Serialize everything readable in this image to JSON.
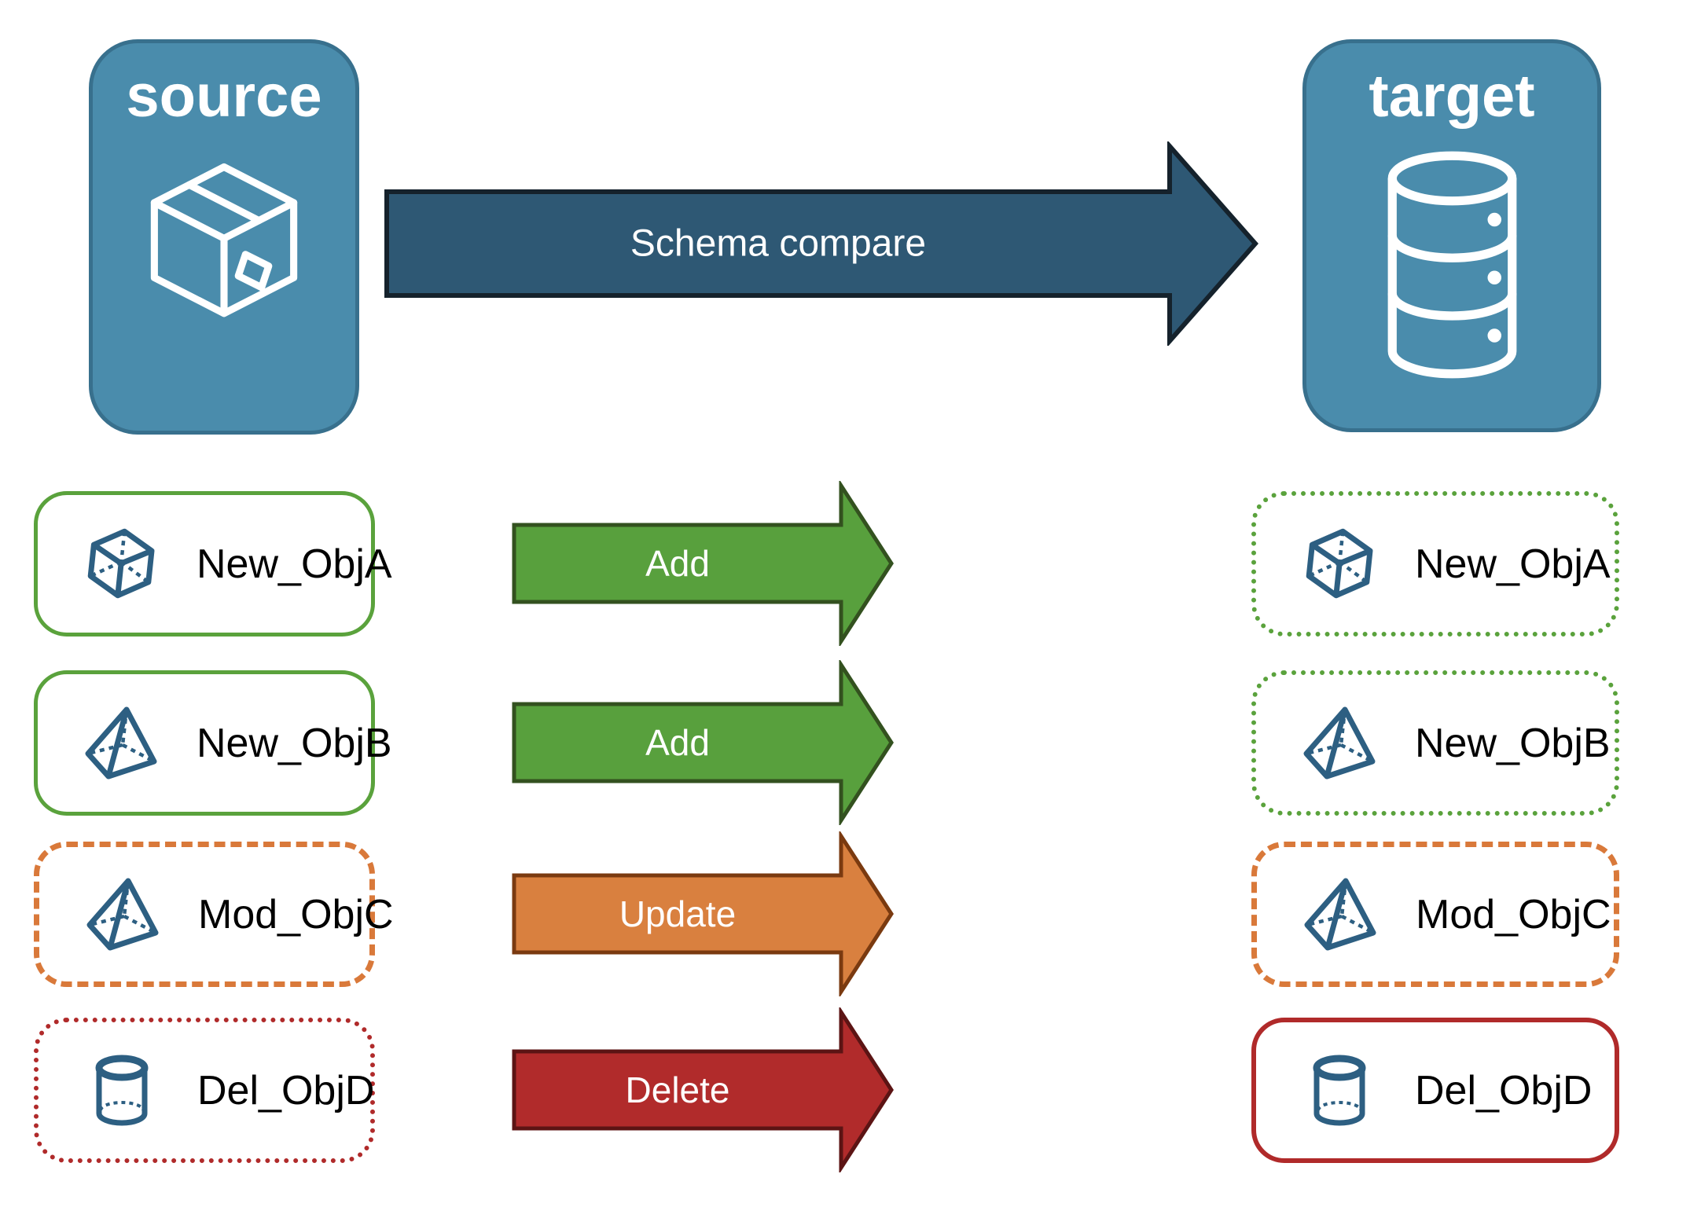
{
  "source_node": {
    "label": "source",
    "icon": "package-box-icon"
  },
  "target_node": {
    "label": "target",
    "icon": "database-icon"
  },
  "main_arrow": {
    "label": "Schema compare"
  },
  "rows": [
    {
      "label": "New_ObjA",
      "action": "Add",
      "icon": "cube-icon",
      "source_border": "solid-green",
      "target_border": "dotted-green"
    },
    {
      "label": "New_ObjB",
      "action": "Add",
      "icon": "pyramid-icon",
      "source_border": "solid-green",
      "target_border": "dotted-green"
    },
    {
      "label": "Mod_ObjC",
      "action": "Update",
      "icon": "pyramid-icon",
      "source_border": "dashed-orange",
      "target_border": "dashed-orange"
    },
    {
      "label": "Del_ObjD",
      "action": "Delete",
      "icon": "cylinder-icon",
      "source_border": "dotted-red",
      "target_border": "solid-red"
    }
  ],
  "colors": {
    "node_fill": "#4A8CAC",
    "node_border": "#38708D",
    "main_arrow_fill": "#2E5874",
    "main_arrow_border": "#15222C",
    "add_fill": "#58A03D",
    "add_border": "#33511F",
    "update_fill": "#D9803F",
    "update_border": "#7A3A10",
    "delete_fill": "#B12B2B",
    "delete_border": "#5C1414",
    "green_border": "#5AA23C",
    "orange_border": "#D9793A",
    "red_border": "#B02A2A",
    "icon_stroke": "#2D5F82"
  }
}
